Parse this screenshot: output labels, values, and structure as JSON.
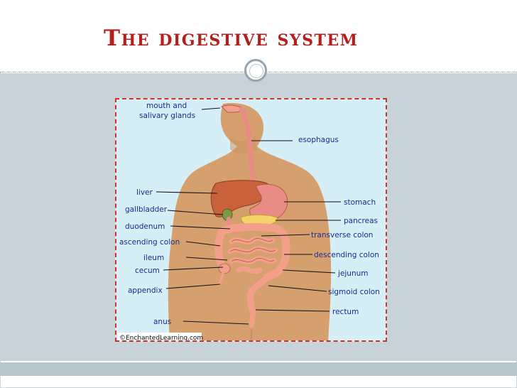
{
  "slide": {
    "title": "The digestive system"
  },
  "diagram": {
    "labels_left": [
      "mouth and",
      "salivary glands",
      "liver",
      "gallbladder",
      "duodenum",
      "ascending colon",
      "ileum",
      "cecum",
      "appendix",
      "anus"
    ],
    "labels_right": [
      "esophagus",
      "stomach",
      "pancreas",
      "transverse colon",
      "descending colon",
      "jejunum",
      "sigmoid colon",
      "rectum"
    ],
    "copyright": "©EnchantedLearning.com",
    "colors": {
      "background": "#d6eef6",
      "body": "#d6a06e",
      "organs": "#f2a08a",
      "liver": "#c9623b",
      "pancreas": "#f5d36b",
      "label_text": "#1b2a8f",
      "border": "#d2312a"
    }
  }
}
